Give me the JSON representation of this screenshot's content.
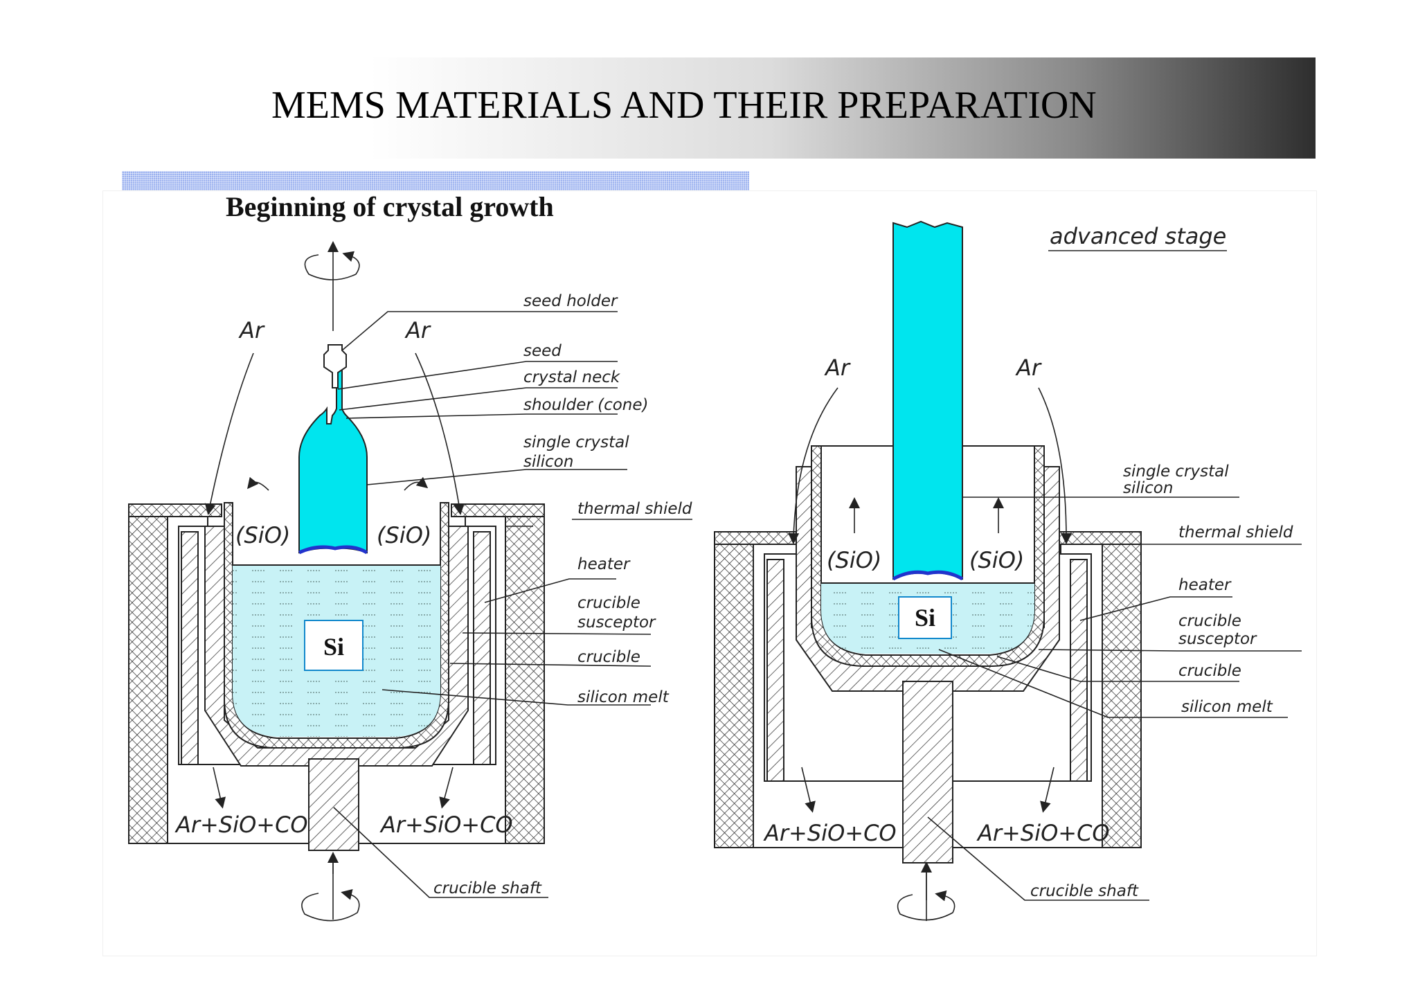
{
  "title": "MEMS MATERIALS AND THEIR PREPARATION",
  "left": {
    "subtitle": "Beginning of crystal growth",
    "labels": {
      "seed_holder": "seed holder",
      "seed": "seed",
      "crystal_neck": "crystal neck",
      "shoulder": "shoulder (cone)",
      "single_crystal_1": "single crystal",
      "single_crystal_2": "silicon",
      "thermal_shield": "thermal shield",
      "heater": "heater",
      "susceptor_1": "crucible",
      "susceptor_2": "susceptor",
      "crucible": "crucible",
      "silicon_melt": "silicon melt",
      "crucible_shaft": "crucible shaft",
      "ar_left": "Ar",
      "ar_right": "Ar",
      "sio_left": "(SiO)",
      "sio_right": "(SiO)",
      "exhaust_left": "Ar+SiO+CO",
      "exhaust_right": "Ar+SiO+CO",
      "si": "Si"
    }
  },
  "right": {
    "subtitle": "advanced stage",
    "labels": {
      "single_crystal_1": "single crystal",
      "single_crystal_2": "silicon",
      "thermal_shield": "thermal shield",
      "heater": "heater",
      "susceptor_1": "crucible",
      "susceptor_2": "susceptor",
      "crucible": "crucible",
      "silicon_melt": "silicon melt",
      "crucible_shaft": "crucible shaft",
      "ar_left": "Ar",
      "ar_right": "Ar",
      "sio_left": "(SiO)",
      "sio_right": "(SiO)",
      "exhaust_left": "Ar+SiO+CO",
      "exhaust_right": "Ar+SiO+CO",
      "si": "Si"
    }
  },
  "colors": {
    "crystal": "#00e5ee",
    "melt": "#c8f2f6",
    "interface": "#2233cc"
  }
}
